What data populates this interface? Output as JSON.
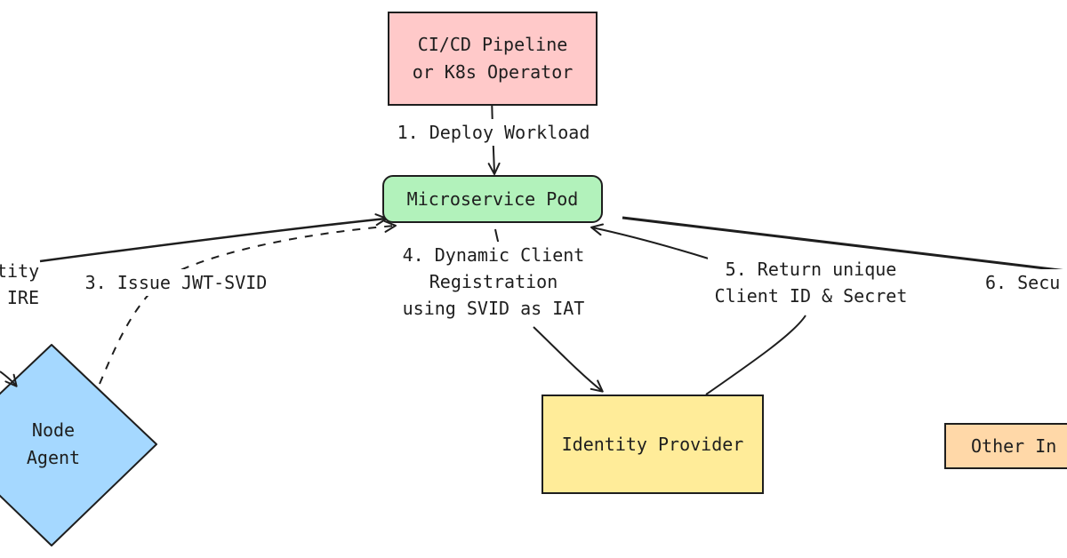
{
  "nodes": {
    "pipeline": {
      "label": "CI/CD Pipeline\nor K8s Operator",
      "fill": "#ffc9c9"
    },
    "pod": {
      "label": "Microservice Pod",
      "fill": "#b2f2bb"
    },
    "node_agent": {
      "label": "Node\nAgent",
      "fill": "#a5d8ff"
    },
    "identity_provider": {
      "label": "Identity Provider",
      "fill": "#ffec99"
    },
    "other": {
      "label": "Other In",
      "fill": "#ffd8a8"
    }
  },
  "edges": {
    "deploy": {
      "label": "1. Deploy Workload"
    },
    "identity_request": {
      "label": "tity\nIRE"
    },
    "issue_svid": {
      "label": "3. Issue JWT-SVID"
    },
    "registration": {
      "label": "4. Dynamic Client\nRegistration\nusing SVID as IAT"
    },
    "return_secret": {
      "label": "5. Return unique\nClient ID & Secret"
    },
    "secure": {
      "label": "6. Secu"
    }
  },
  "colors": {
    "stroke": "#1e1e1e",
    "background": "#ffffff"
  }
}
